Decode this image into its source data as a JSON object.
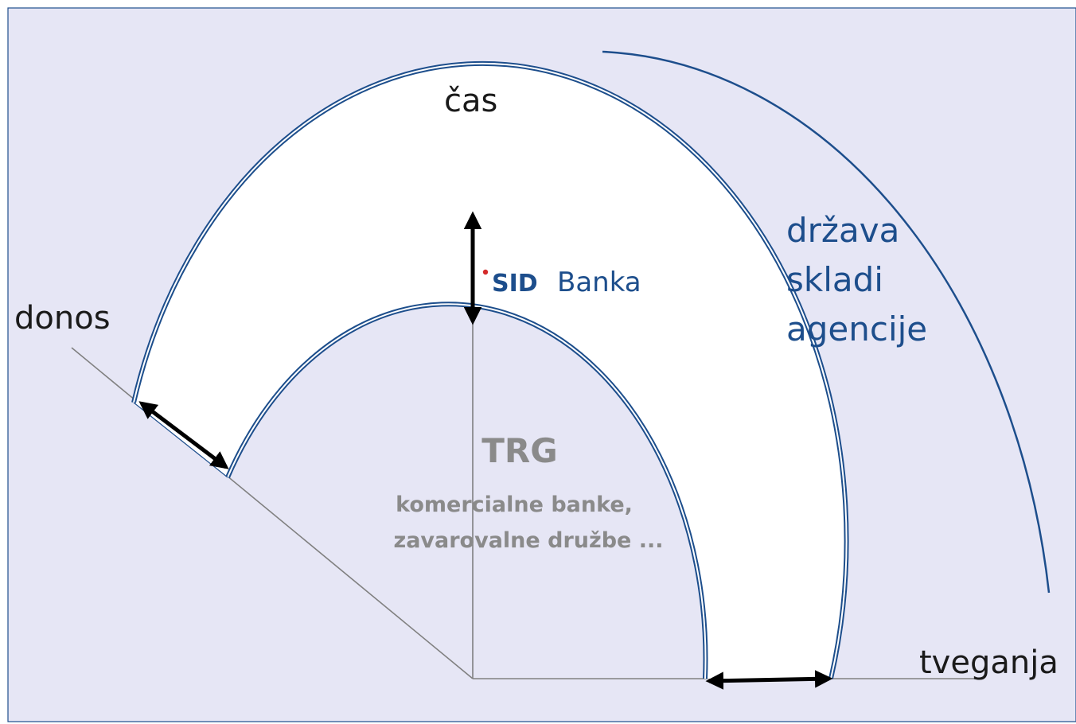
{
  "axes": {
    "time": "čas",
    "return": "donos",
    "risk": "tveganja"
  },
  "state": {
    "lines": [
      "država",
      "skladi",
      "agencije"
    ]
  },
  "market": {
    "title": "TRG",
    "lines": [
      "komercialne banke,",
      "zavarovalne družbe ..."
    ]
  },
  "brand": {
    "mark": "SID",
    "name": "Banka"
  },
  "colors": {
    "background": "#e6e6f5",
    "band_fill": "#ffffff",
    "band_edge": "#1d4e8c",
    "axis_line": "#808080",
    "state_text": "#1d4e8c",
    "market_text": "#8a8a8a",
    "brand_red": "#d42a2a",
    "arrow": "#000000"
  }
}
